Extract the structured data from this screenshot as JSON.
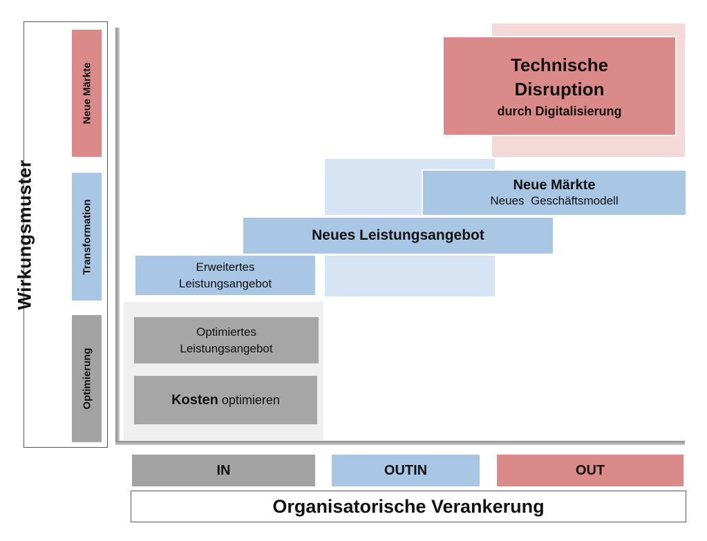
{
  "axes": {
    "y_title": "Wirkungsmuster",
    "x_title": "Organisatorische Verankerung"
  },
  "y_categories": [
    {
      "label": "Neue Märkte",
      "color": "#da8a88"
    },
    {
      "label": "Transformation",
      "color": "#a9c6e4"
    },
    {
      "label": "Optimierung",
      "color": "#a3a3a3"
    }
  ],
  "x_categories": [
    {
      "label": "IN",
      "color": "#a3a3a3"
    },
    {
      "label": "OUTIN",
      "color": "#a9c6e4"
    },
    {
      "label": "OUT",
      "color": "#da8a88"
    }
  ],
  "boxes": {
    "kosten": {
      "strong": "Kosten",
      "rest": " optimieren"
    },
    "optimiertes": {
      "line1": "Optimiertes",
      "line2": "Leistungsangebot"
    },
    "erweitertes": {
      "line1": "Erweitertes",
      "line2": "Leistungsangebot"
    },
    "neues_leistungsangebot": {
      "label": "Neues Leistungsangebot"
    },
    "neue_maerkte": {
      "title": "Neue Märkte",
      "subtitle": "Neues  Geschäftsmodell"
    },
    "technische_disruption": {
      "line1": "Technische",
      "line2": "Disruption",
      "line3": "durch Digitalisierung"
    }
  }
}
